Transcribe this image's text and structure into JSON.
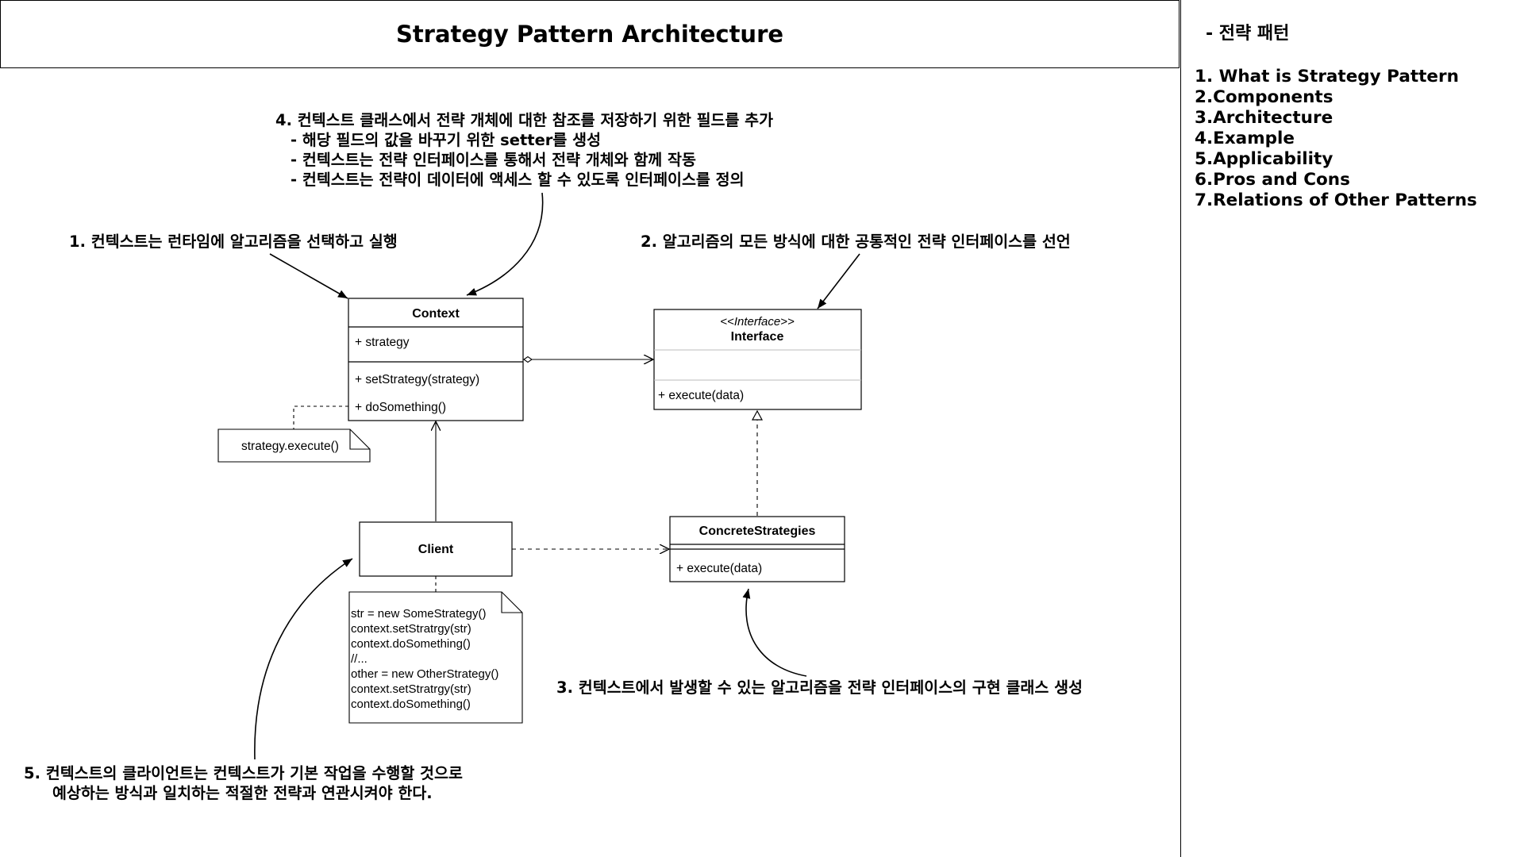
{
  "title": "Strategy Pattern Architecture",
  "sidebar": {
    "heading": "- 전략 패턴",
    "toc": [
      "1. What is Strategy Pattern",
      "2.Components",
      "3.Architecture",
      "4.Example",
      "5.Applicability",
      "6.Pros and Cons",
      "7.Relations of Other Patterns"
    ]
  },
  "notes": {
    "n1": "1. 컨텍스트는 런타임에 알고리즘을 선택하고 실행",
    "n2": "2. 알고리즘의 모든 방식에 대한 공통적인 전략 인터페이스를 선언",
    "n3": "3. 컨텍스트에서 발생할 수 있는 알고리즘을 전략 인터페이스의 구현 클래스 생성",
    "n4": [
      "4. 컨텍스트 클래스에서 전략 개체에 대한 참조를 저장하기 위한 필드를 추가",
      "- 해당 필드의 값을 바꾸기 위한 setter를 생성",
      "- 컨텍스트는 전략 인터페이스를 통해서 전략 개체와 함께 작동",
      "- 컨텍스트는 전략이 데이터에 액세스 할 수 있도록 인터페이스를 정의"
    ],
    "n5": [
      "5. 컨텍스트의 클라이언트는 컨텍스트가 기본 작업을 수행할 것으로",
      "예상하는 방식과 일치하는 적절한 전략과 연관시켜야 한다."
    ]
  },
  "uml": {
    "context": {
      "name": "Context",
      "field": "+ strategy",
      "methods": [
        "+ setStrategy(strategy)",
        "+ doSomething()"
      ]
    },
    "interface": {
      "stereotype": "<<Interface>>",
      "name": "Interface",
      "method": "+ execute(data)"
    },
    "concrete": {
      "name": "ConcreteStrategies",
      "method": "+ execute(data)"
    },
    "client": {
      "name": "Client"
    },
    "context_note": "strategy.execute()",
    "client_note": [
      "str = new SomeStrategy()",
      "context.setStratrgy(str)",
      "context.doSomething()",
      "//...",
      "other = new OtherStrategy()",
      "context.setStratrgy(str)",
      "context.doSomething()"
    ]
  }
}
